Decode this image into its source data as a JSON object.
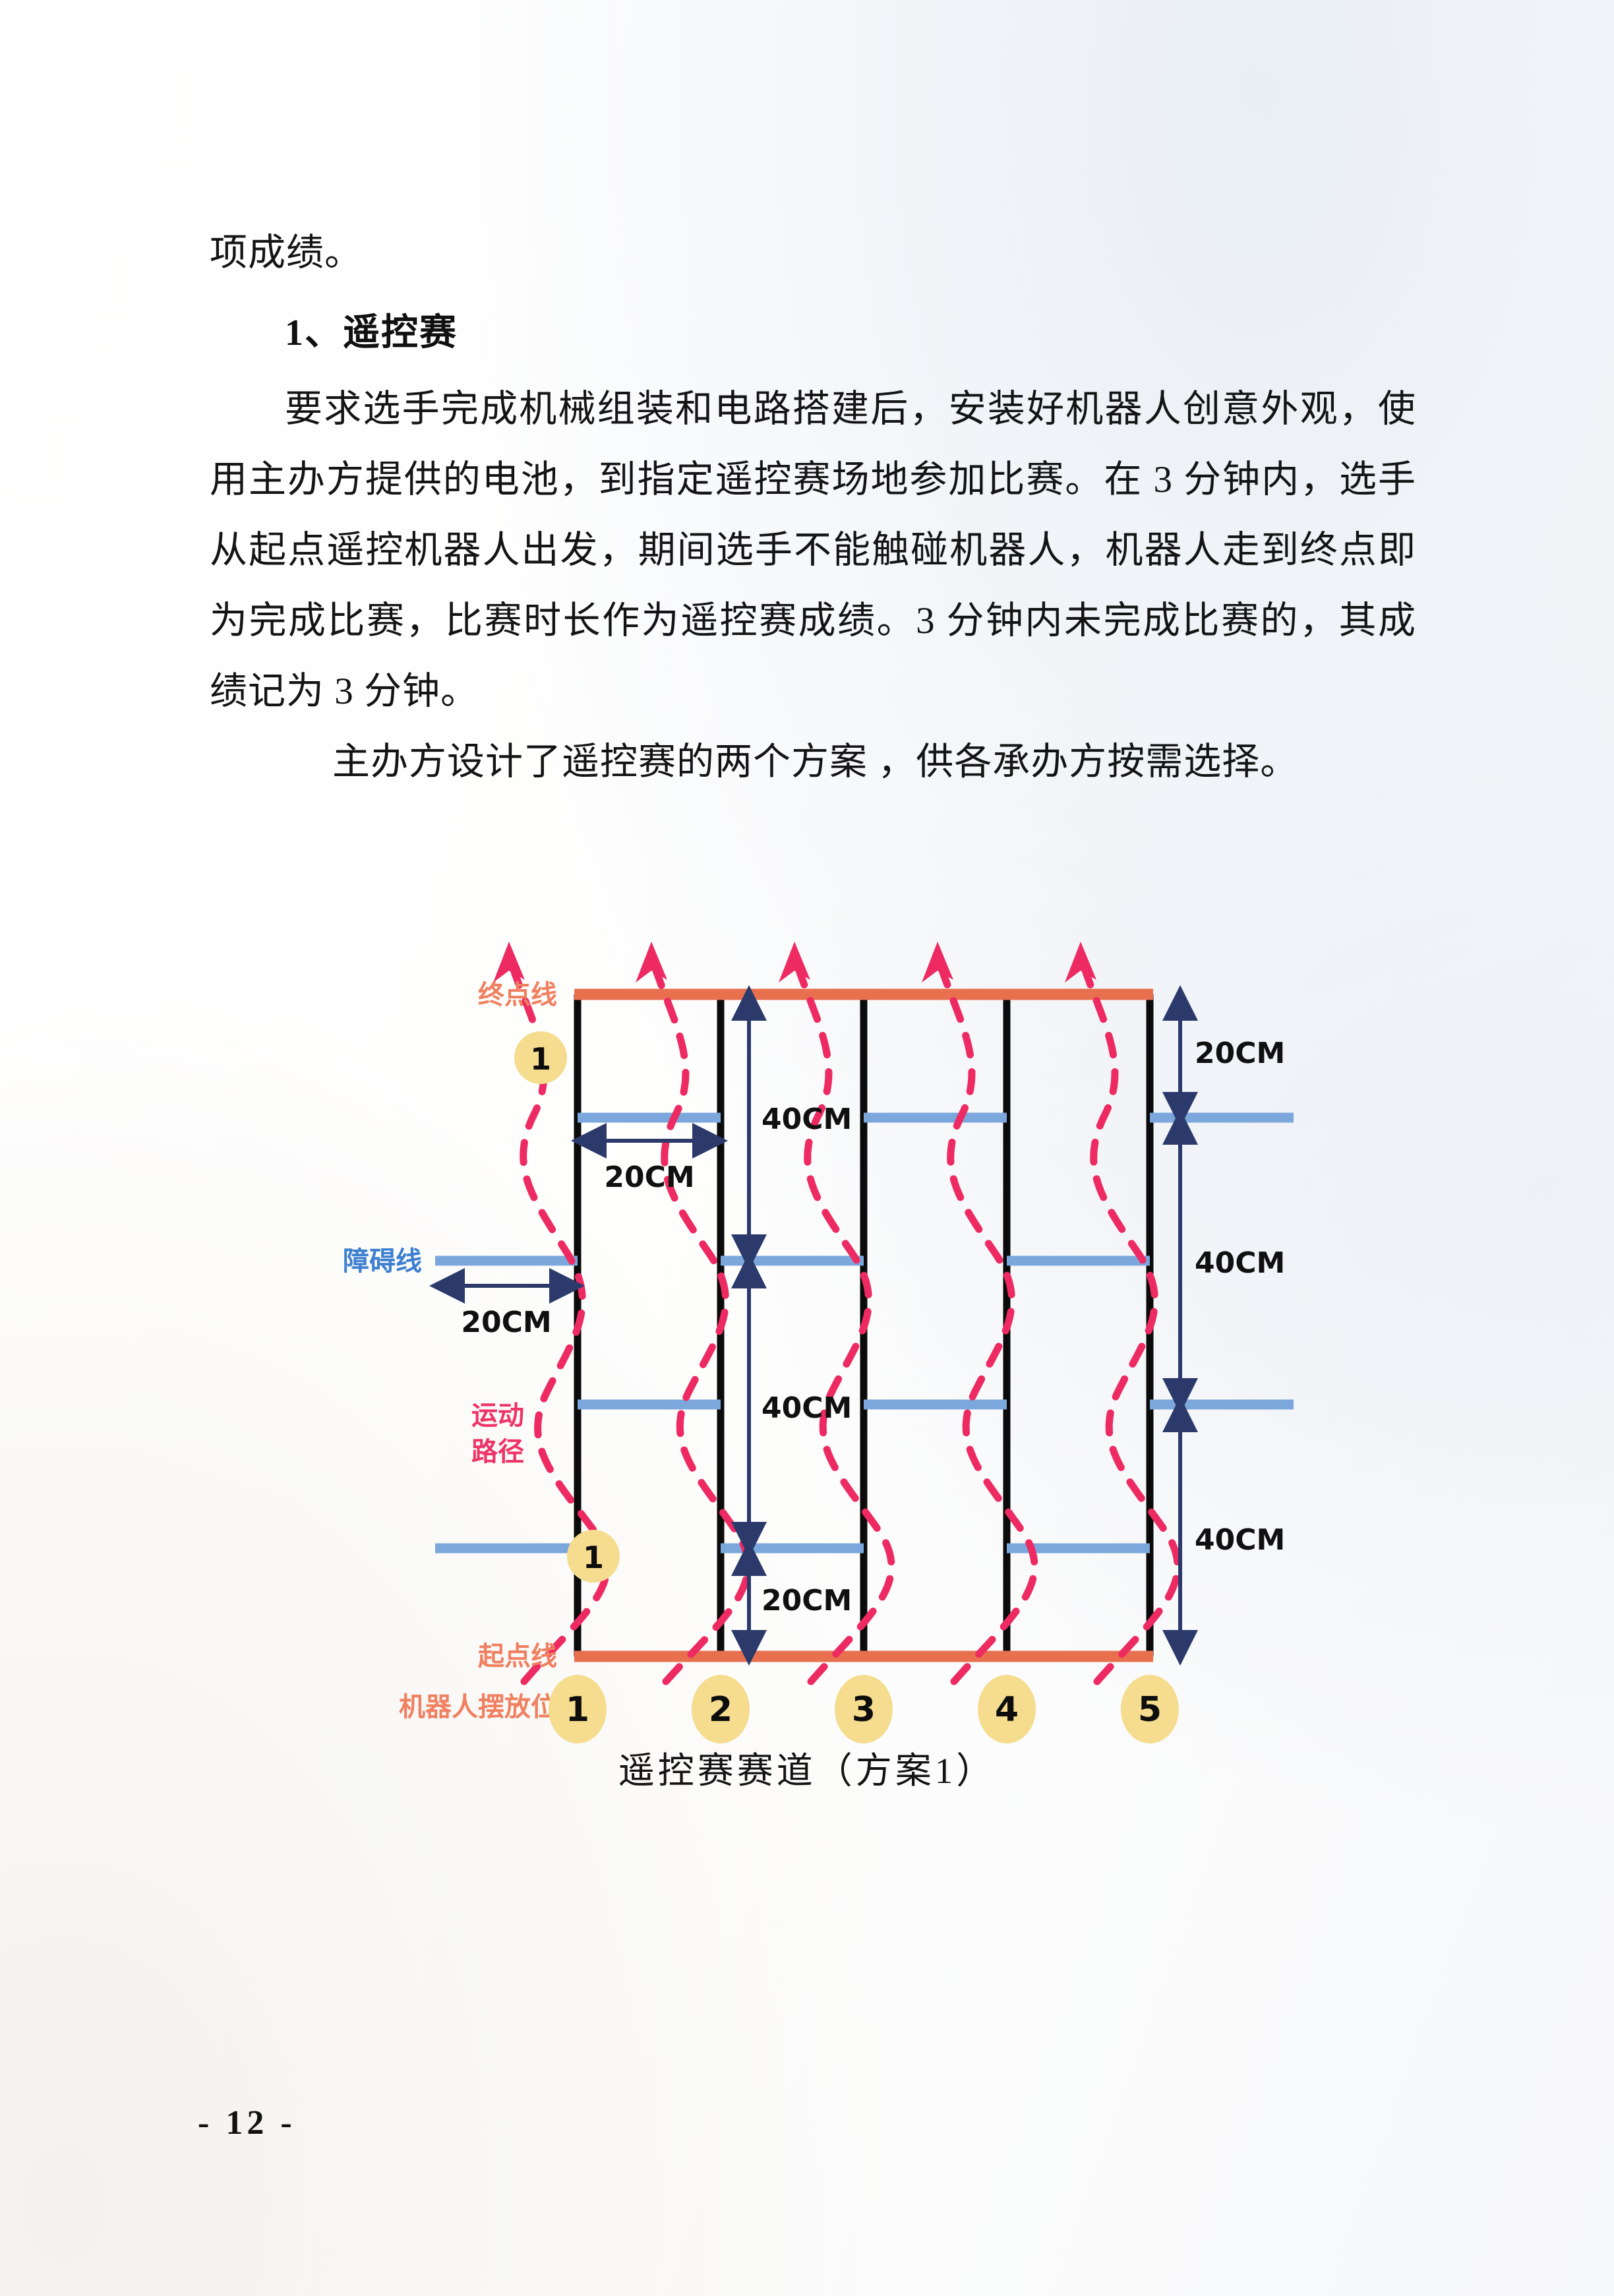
{
  "document": {
    "page_number": "- 12 -",
    "paragraphs": [
      {
        "id": "p1",
        "style": "continued",
        "text": "项成绩。"
      },
      {
        "id": "h1",
        "style": "heading",
        "text": "1、遥控赛"
      },
      {
        "id": "p2",
        "style": "indent",
        "text": "要求选手完成机械组装和电路搭建后，安装好机器人创意外观，使用主办方提供的电池，到指定遥控赛场地参加比赛。在 3 分钟内，选手从起点遥控机器人出发，期间选手不能触碰机器人，机器人走到终点即为完成比赛，比赛时长作为遥控赛成绩。3 分钟内未完成比赛的，其成绩记为 3 分钟。"
      },
      {
        "id": "p3",
        "style": "indent2",
        "text": "主办方设计了遥控赛的两个方案 ，供各承办方按需选择。"
      }
    ],
    "figure": {
      "caption": "遥控赛赛道（方案1）",
      "labels": {
        "finish_line": "终点线",
        "obstacle_line": "障碍线",
        "motion_path_line1": "运动",
        "motion_path_line2": "路径",
        "start_line": "起点线",
        "robot_placement": "机器人摆放位"
      },
      "dimensions": {
        "lane_width_top": "20CM",
        "lane_width_left": "20CM",
        "gap_top_right": "20CM",
        "gap_mid_right_1": "40CM",
        "gap_mid_right_2": "40CM",
        "gap_inner_1": "40CM",
        "gap_inner_2": "40CM",
        "gap_bottom_inner": "20CM"
      },
      "start_positions": [
        "1",
        "2",
        "3",
        "4",
        "5"
      ],
      "path_markers": [
        "1",
        "1"
      ],
      "colors": {
        "start_finish_line": "#E8704F",
        "obstacle_line": "#7BA7DC",
        "lane_divider": "#0B0B0B",
        "motion_path": "#ED2A62",
        "marker_fill": "#F5DC8E",
        "dimension_arrow": "#2B3A6B",
        "label_orange": "#F08060",
        "label_blue": "#3D7FD0",
        "label_pink": "#EE3366"
      }
    }
  }
}
